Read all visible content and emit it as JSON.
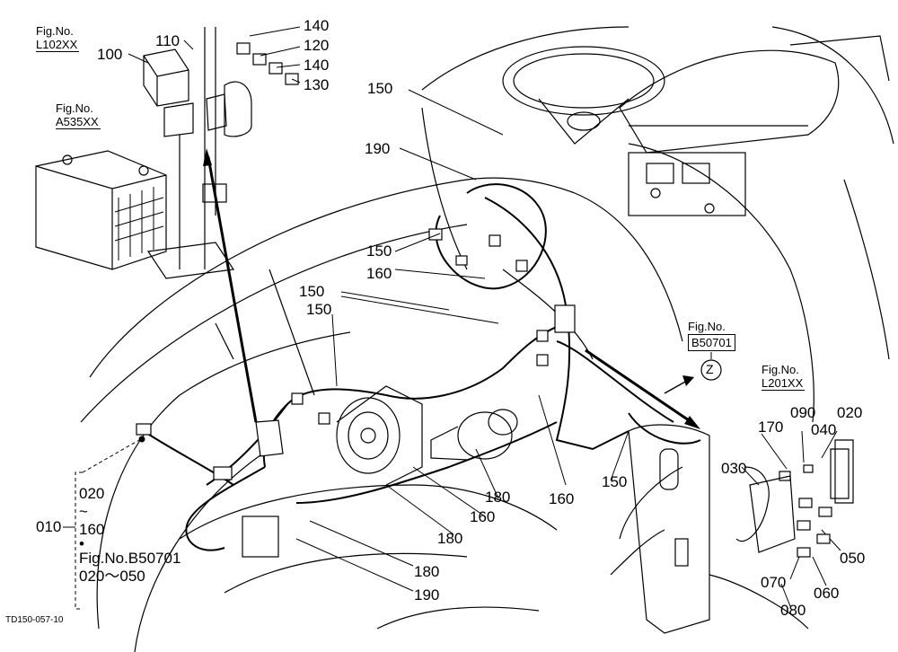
{
  "part_labels": {
    "p140a": "140",
    "p110": "110",
    "p120": "120",
    "p100": "100",
    "p140b": "140",
    "p130": "130",
    "p150_top": "150",
    "p190_top": "190",
    "p150_mid": "150",
    "p160_mid": "160",
    "p150_l1": "150",
    "p150_l2": "150",
    "p150_r": "150",
    "p160_r": "160",
    "p180_a": "180",
    "p160_b": "160",
    "p180_b": "180",
    "p180_c": "180",
    "p190_b": "190",
    "p170": "170",
    "p090": "090",
    "p040": "040",
    "p020": "020",
    "p030": "030",
    "p050": "050",
    "p070": "070",
    "p060": "060",
    "p080": "080"
  },
  "figure_refs": {
    "l102": {
      "title": "Fig.No.",
      "number": "L102XX"
    },
    "a535": {
      "title": "Fig.No.",
      "number": "A535XX"
    },
    "b507": {
      "title": "Fig.No.",
      "number": "B50701"
    },
    "l201": {
      "title": "Fig.No.",
      "number": "L201XX"
    }
  },
  "view_marker": "Z",
  "assembly_group": {
    "number": "010",
    "range_start": "020",
    "tilde": "~",
    "range_end": "160",
    "dot": "•",
    "ref": "Fig.No.B50701",
    "ref_range": "020～050"
  },
  "drawing_code": "TD150-057-10"
}
